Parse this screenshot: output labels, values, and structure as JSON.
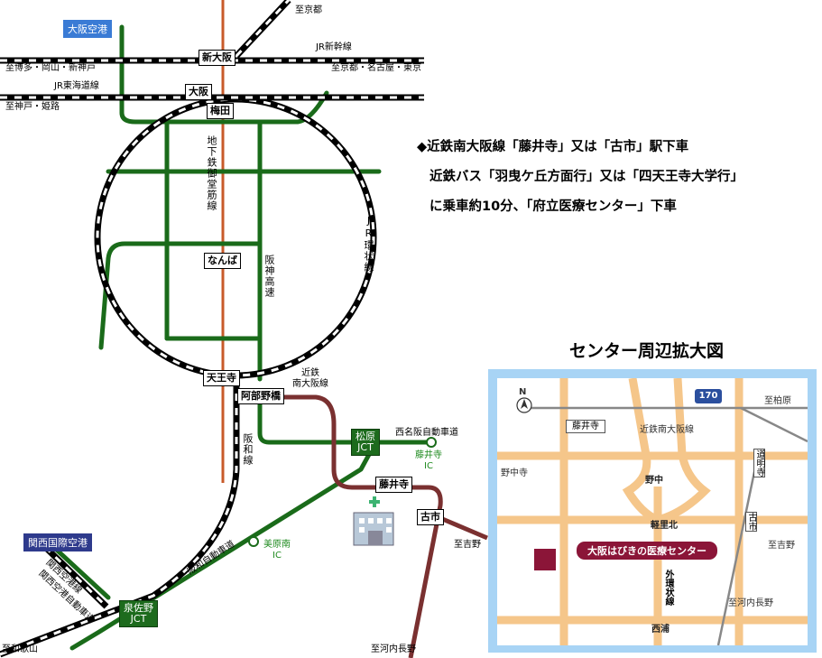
{
  "map": {
    "airports": {
      "osaka": "大阪空港",
      "kansai": "関西国際空港"
    },
    "stations": {
      "shin_osaka": "新大阪",
      "osaka": "大阪",
      "umeda": "梅田",
      "namba": "なんば",
      "tennoji": "天王寺",
      "abenobashi": "阿部野橋",
      "fujiidera": "藤井寺",
      "furuichi": "古市"
    },
    "lines": {
      "jr_shinkansen": "JR新幹線",
      "jr_tokaido": "JR東海道線",
      "jr_loop": "JR環状線",
      "midosuji": "地下鉄御堂筋線",
      "hanshin_expressway": "阪神高速",
      "hanwa_line": "阪和線",
      "kintetsu_minami_osaka": "近鉄南大阪線",
      "kintetsu_minami_osaka_1": "近鉄",
      "kintetsu_minami_osaka_2": "南大阪線",
      "nishi_meihan": "西名阪自動車道",
      "hanwa_expressway": "阪和自動車道",
      "kansai_airport_line": "関西空港線",
      "kansai_airport_route": "関西空港自動車道"
    },
    "destinations": {
      "to_kyoto_top": "至京都",
      "to_hakata": "至博多・岡山・新神戸",
      "to_kyoto_tokyo": "至京都・名古屋・東京",
      "to_kobe": "至神戸・姫路",
      "to_yoshino": "至吉野",
      "to_kawachinagano": "至河内長野",
      "to_wakayama": "至和歌山"
    },
    "jct": {
      "matsubara_1": "松原",
      "matsubara_2": "JCT",
      "izumisano_1": "泉佐野",
      "izumisano_2": "JCT"
    },
    "ic": {
      "fujiidera_1": "藤井寺",
      "fujiidera_2": "IC",
      "mihara_1": "美原南",
      "mihara_2": "IC"
    }
  },
  "directions": {
    "line1": "◆近鉄南大阪線「藤井寺」又は「古市」駅下車",
    "line2": "近鉄バス「羽曳ケ丘方面行」又は「四天王寺大学行」",
    "line3": "に乗車約10分、「府立医療センター」下車"
  },
  "inset": {
    "title": "センター周辺拡大図",
    "route_number": "170",
    "north": "N",
    "labels": {
      "fujiidera": "藤井寺",
      "kintetsu": "近鉄南大阪線",
      "to_kashiwara": "至柏原",
      "domyoji": "道明寺",
      "nonakadera": "野中寺",
      "nonaka": "野中",
      "karusato_kita": "軽里北",
      "furuichi": "古市",
      "to_yoshino": "至吉野",
      "center": "大阪はびきの医療センター",
      "outer_loop": "外環状線",
      "to_kawachinagano": "至河内長野",
      "nishiura": "西浦"
    }
  },
  "colors": {
    "green_road": "#1a6b1a",
    "brown_rail": "#7a3030",
    "orange_line": "#c85a2a",
    "inset_frame": "#a8d4f5",
    "inset_road": "#f5c68a",
    "center_mark": "#8b1538",
    "airport_blue": "#3a7bd5",
    "airport_navy": "#2e3a8c"
  }
}
